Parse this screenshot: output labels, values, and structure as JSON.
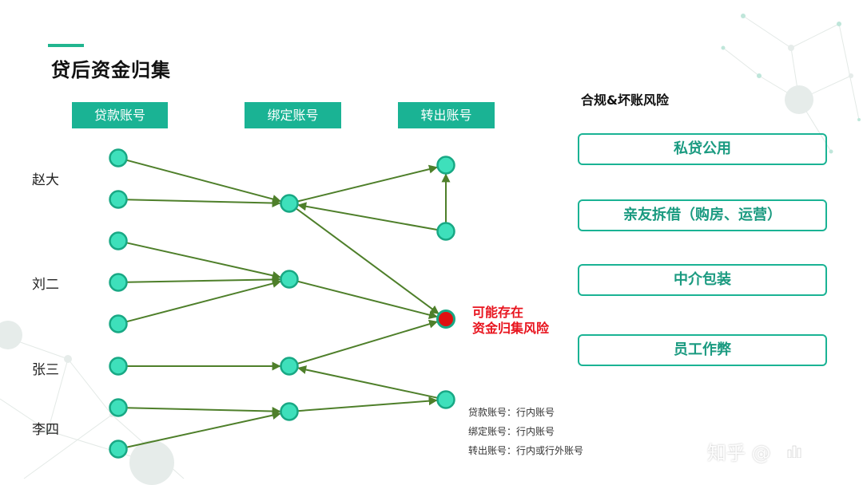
{
  "title": "贷后资金归集",
  "columns": {
    "loan_account": "贷款账号",
    "bound_account": "绑定账号",
    "outgoing_account": "转出账号"
  },
  "people": [
    "赵大",
    "刘二",
    "张三",
    "李四"
  ],
  "risk_note": {
    "line1": "可能存在",
    "line2": "资金归集风险"
  },
  "legend": [
    "贷款账号：行内账号",
    "绑定账号：行内账号",
    "转出账号：行内或行外账号"
  ],
  "risk_panel": {
    "title": "合规&坏账风险",
    "items": [
      "私贷公用",
      "亲友拆借（购房、运营）",
      "中介包装",
      "员工作弊"
    ]
  },
  "watermark": {
    "text": "知乎 @",
    "icon": "bar-chart-logo-icon"
  },
  "colors": {
    "accent": "#1ab394",
    "node_fill": "#3ee0bb",
    "node_stroke": "#18a884",
    "edge": "#4e7f2a",
    "risk_node": "#e01010",
    "risk_text": "#e8141e"
  },
  "graph": {
    "nodes": [
      {
        "id": "L1",
        "type": "loan"
      },
      {
        "id": "L2",
        "type": "loan"
      },
      {
        "id": "L3",
        "type": "loan"
      },
      {
        "id": "L4",
        "type": "loan"
      },
      {
        "id": "L5",
        "type": "loan"
      },
      {
        "id": "L6",
        "type": "loan"
      },
      {
        "id": "L7",
        "type": "loan"
      },
      {
        "id": "L8",
        "type": "loan"
      },
      {
        "id": "B1",
        "type": "bound"
      },
      {
        "id": "B2",
        "type": "bound"
      },
      {
        "id": "B3",
        "type": "bound"
      },
      {
        "id": "B4",
        "type": "bound"
      },
      {
        "id": "O1",
        "type": "outgoing"
      },
      {
        "id": "O2",
        "type": "outgoing"
      },
      {
        "id": "R",
        "type": "risk"
      },
      {
        "id": "O3",
        "type": "outgoing"
      }
    ],
    "edges": [
      {
        "from": "L1",
        "to": "B1"
      },
      {
        "from": "L2",
        "to": "B1"
      },
      {
        "from": "B1",
        "to": "O1"
      },
      {
        "from": "O2",
        "to": "O1"
      },
      {
        "from": "O2",
        "to": "B1"
      },
      {
        "from": "B1",
        "to": "R"
      },
      {
        "from": "L3",
        "to": "B2"
      },
      {
        "from": "L4",
        "to": "B2"
      },
      {
        "from": "L5",
        "to": "B2"
      },
      {
        "from": "B2",
        "to": "R"
      },
      {
        "from": "L6",
        "to": "B3"
      },
      {
        "from": "B3",
        "to": "R"
      },
      {
        "from": "O3",
        "to": "B3"
      },
      {
        "from": "L7",
        "to": "B4"
      },
      {
        "from": "L8",
        "to": "B4"
      },
      {
        "from": "B4",
        "to": "O3"
      }
    ]
  }
}
